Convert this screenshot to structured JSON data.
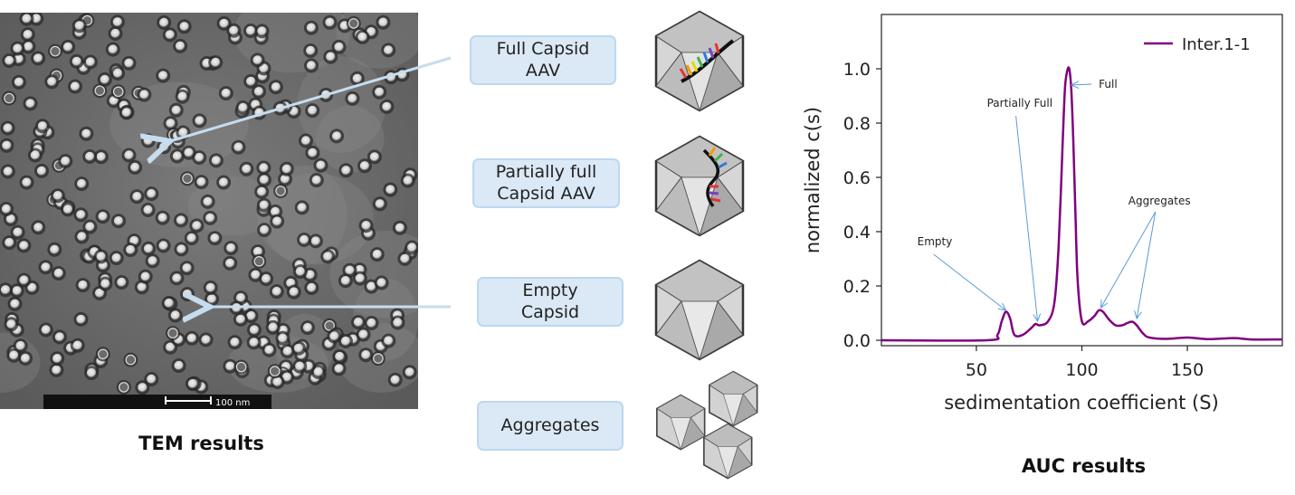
{
  "tem": {
    "scale_label": "100 nm",
    "title": "TEM results"
  },
  "labels": {
    "full": "Full Capsid\nAAV",
    "partial": "Partially full\nCapsid AAV",
    "empty": "Empty\nCapsid",
    "aggregates": "Aggregates"
  },
  "auc_title": "AUC results",
  "chart_data": {
    "type": "line",
    "xlabel": "sedimentation coefficient (S)",
    "ylabel": "normalized c(s)",
    "xlim": [
      5,
      195
    ],
    "ylim": [
      -0.02,
      1.2
    ],
    "xticks": [
      50,
      100,
      150
    ],
    "yticks": [
      0.0,
      0.2,
      0.4,
      0.6,
      0.8,
      1.0
    ],
    "ytick_labels": [
      "0.0",
      "0.2",
      "0.4",
      "0.6",
      "0.8",
      "1.0"
    ],
    "legend_position": "top-right",
    "series": [
      {
        "name": "Inter.1-1",
        "color": "#800080",
        "x": [
          5,
          55,
          60,
          62,
          64,
          66,
          68,
          72,
          76,
          78,
          80,
          84,
          87,
          89,
          91,
          92,
          93,
          94,
          95,
          96,
          97,
          98,
          100,
          103,
          106,
          108,
          110,
          113,
          116,
          119,
          122,
          124,
          126,
          129,
          132,
          140,
          150,
          160,
          172,
          180,
          195
        ],
        "y": [
          0.0,
          0.0,
          0.02,
          0.07,
          0.105,
          0.08,
          0.02,
          0.02,
          0.045,
          0.06,
          0.055,
          0.07,
          0.14,
          0.35,
          0.75,
          0.93,
          0.99,
          1.0,
          0.92,
          0.72,
          0.45,
          0.22,
          0.07,
          0.07,
          0.09,
          0.11,
          0.105,
          0.075,
          0.055,
          0.055,
          0.065,
          0.068,
          0.055,
          0.025,
          0.01,
          0.005,
          0.01,
          0.004,
          0.008,
          0.003,
          0.003
        ]
      }
    ],
    "annotations": [
      {
        "text": "Full",
        "x": 108,
        "y": 0.93
      },
      {
        "text": "Partially Full",
        "x": 55,
        "y": 0.86
      },
      {
        "text": "Aggregates",
        "x": 122,
        "y": 0.5
      },
      {
        "text": "Empty",
        "x": 22,
        "y": 0.35
      }
    ]
  },
  "colors": {
    "label_fill": "#dbe9f6",
    "label_border": "#bcd8ef",
    "curve": "#800080",
    "annotation_arrow": "#5b9bd5",
    "tem_arrow": "#c5ddef"
  }
}
